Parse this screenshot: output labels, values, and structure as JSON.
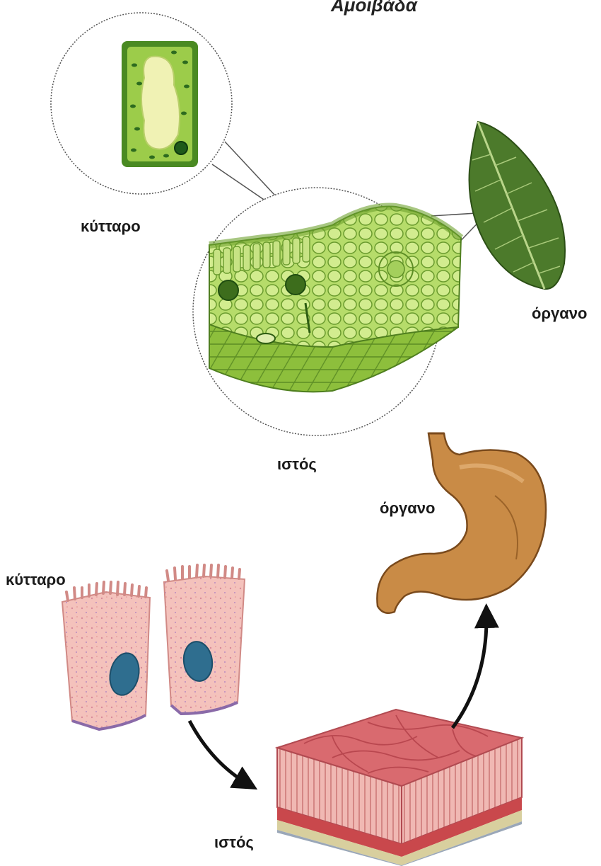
{
  "caption": "Αμοιβάδα",
  "plant": {
    "cell_label": "κύτταρο",
    "tissue_label": "ιστός",
    "organ_label": "όργανο"
  },
  "animal": {
    "cell_label": "κύτταρο",
    "tissue_label": "ιστός",
    "organ_label": "όργανο"
  },
  "icons": {
    "plant_cell": "plant-cell-icon",
    "leaf_tissue": "leaf-tissue-icon",
    "leaf": "leaf-icon",
    "epithelial_cells": "epithelial-cells-icon",
    "stomach_tissue": "stomach-tissue-icon",
    "stomach": "stomach-icon"
  },
  "colors": {
    "plant_green": "#9ccc4a",
    "cell_wall": "#3f7f1e",
    "leaf_green": "#4c7a2b",
    "animal_pink": "#f2b4ad",
    "nucleus_blue": "#2f6e8f",
    "stomach_tan": "#c98b46",
    "tissue_red": "#d96a6f"
  }
}
